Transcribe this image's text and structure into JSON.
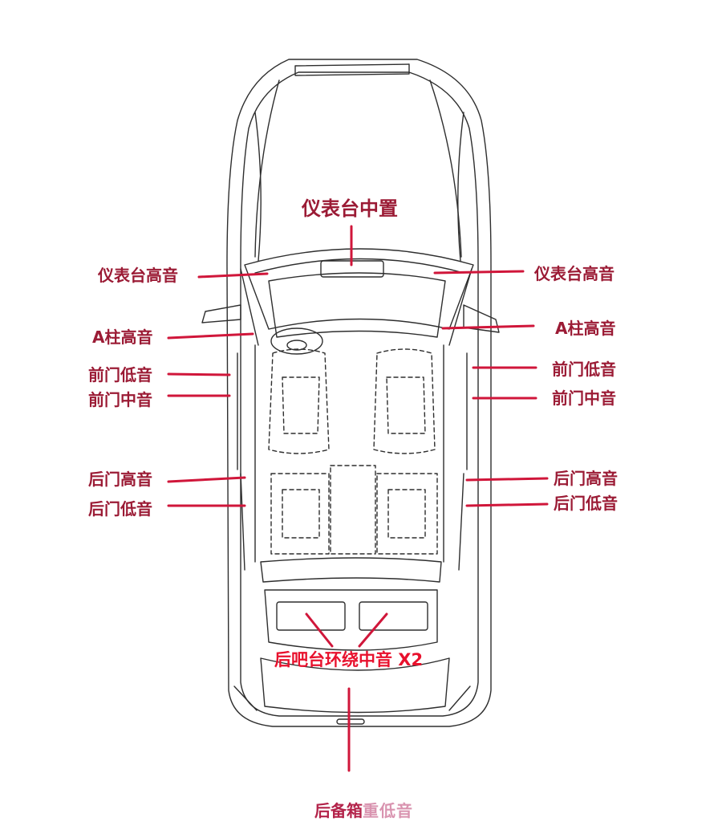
{
  "labels": {
    "dash_center": "仪表台中置",
    "dash_tweeter_left": "仪表台高音",
    "dash_tweeter_right": "仪表台高音",
    "a_pillar_left": "A柱高音",
    "a_pillar_right": "A柱高音",
    "front_door_woofer_left": "前门低音",
    "front_door_woofer_right": "前门低音",
    "front_door_mid_left": "前门中音",
    "front_door_mid_right": "前门中音",
    "rear_door_tweeter_left": "后门高音",
    "rear_door_tweeter_right": "后门高音",
    "rear_door_woofer_left": "后门低音",
    "rear_door_woofer_right": "后门低音",
    "rear_deck_surround": "后吧台环绕中音 X2",
    "trunk_prefix": "后备箱",
    "trunk_ghost": "重低音"
  },
  "colors": {
    "label_text": "#9b1b35",
    "leader_line": "#d0163a",
    "highlight": "#e8112d",
    "outline": "#2e2e2e"
  }
}
